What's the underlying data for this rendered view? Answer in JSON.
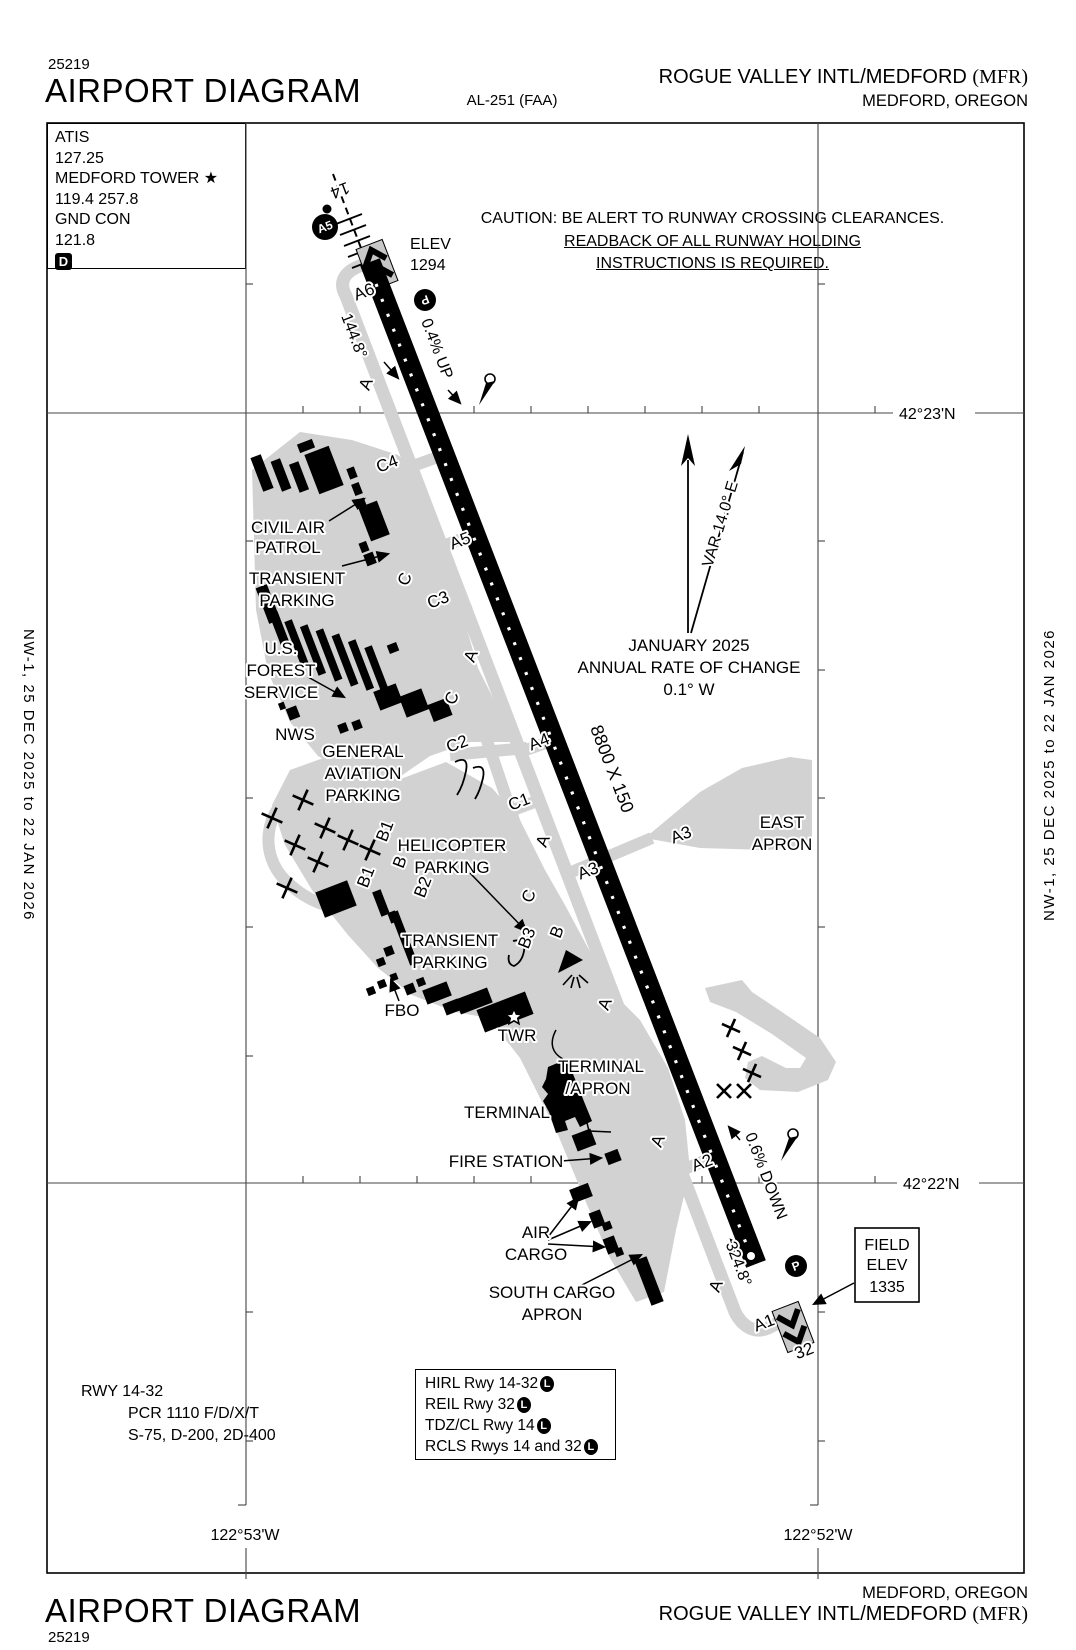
{
  "header": {
    "chart_no": "25219",
    "title": "AIRPORT DIAGRAM",
    "al": "AL-251 (FAA)",
    "airport": "ROGUE VALLEY INTL/MEDFORD ",
    "icao": "(MFR)",
    "city": "MEDFORD, OREGON"
  },
  "footer": {
    "title": "AIRPORT DIAGRAM",
    "chart_no": "25219",
    "airport": "ROGUE VALLEY INTL/MEDFORD ",
    "icao": "(MFR)",
    "city": "MEDFORD, OREGON"
  },
  "sidebar": {
    "effective": "NW-1,  25 DEC 2025  to  22 JAN 2026"
  },
  "comm": {
    "atis_label": "ATIS",
    "atis_freq": "127.25",
    "twr_label": "MEDFORD TOWER ",
    "twr_star": "★",
    "twr_freq": "119.4  257.8",
    "gnd_label": "GND CON",
    "gnd_freq": "121.8",
    "delivery_symbol": "D"
  },
  "caution": {
    "line1": "CAUTION: BE ALERT TO RUNWAY CROSSING CLEARANCES.",
    "line2": "READBACK OF ALL RUNWAY HOLDING",
    "line3": "INSTRUCTIONS IS REQUIRED."
  },
  "runway": {
    "id14": "14",
    "id32": "32",
    "hdg14": "144.8°",
    "hdg32": "324.8°",
    "slope14": "0.4% UP",
    "slope32": "0.6% DOWN",
    "dim": "8800 X 150",
    "elev14_label": "ELEV",
    "elev14_value": "1294",
    "hold14": "A5",
    "pad14": "P",
    "pad32": "P"
  },
  "field_elev": {
    "l1": "FIELD",
    "l2": "ELEV",
    "l3": "1335"
  },
  "variation": {
    "l1": "JANUARY 2025",
    "l2": "ANNUAL RATE OF CHANGE",
    "l3": "0.1° W",
    "var_label": "VAR 14.0° E"
  },
  "tw": {
    "a": "A",
    "b": "B",
    "c": "C",
    "a1": "A1",
    "a2": "A2",
    "a3": "A3",
    "a4": "A4",
    "a5": "A5",
    "a6": "A6",
    "b1": "B1",
    "b2": "B2",
    "b3": "B3",
    "c1": "C1",
    "c2": "C2",
    "c3": "C3",
    "c4": "C4"
  },
  "areas": {
    "civil_air_patrol": [
      "CIVIL AIR",
      "PATROL"
    ],
    "transient1": [
      "TRANSIENT",
      "PARKING"
    ],
    "usfs": [
      "U.S.",
      "FOREST",
      "SERVICE"
    ],
    "nws": "NWS",
    "ga_parking": [
      "GENERAL",
      "AVIATION",
      "PARKING"
    ],
    "helicopter": [
      "HELICOPTER",
      "PARKING"
    ],
    "transient2": [
      "TRANSIENT",
      "PARKING"
    ],
    "fbo": "FBO",
    "twr": "TWR",
    "terminal_apron": [
      "TERMINAL",
      "/APRON"
    ],
    "terminal": "TERMINAL",
    "fire_station": "FIRE STATION",
    "air_cargo": [
      "AIR",
      "CARGO"
    ],
    "south_cargo": [
      "SOUTH CARGO",
      "APRON"
    ],
    "east_apron": [
      "EAST",
      "APRON"
    ]
  },
  "legend": {
    "rwy": "RWY 14-32",
    "pcr": "PCR 1110 F/D/X/T",
    "strength": "S-75, D-200, 2D-400"
  },
  "lighting": {
    "rows": [
      {
        "text": "HIRL Rwy 14-32",
        "badge": "L"
      },
      {
        "text": "REIL Rwy 32",
        "badge": "L"
      },
      {
        "text": "TDZ/CL Rwy 14",
        "badge": "L"
      },
      {
        "text": "RCLS Rwys 14 and 32",
        "badge": "L"
      }
    ]
  },
  "graticule": {
    "lat1": "42°23'N",
    "lat2": "42°22'N",
    "lon1": "122°53'W",
    "lon2": "122°52'W"
  },
  "colors": {
    "pavement": "#d2d2d2",
    "ink": "#000000"
  }
}
